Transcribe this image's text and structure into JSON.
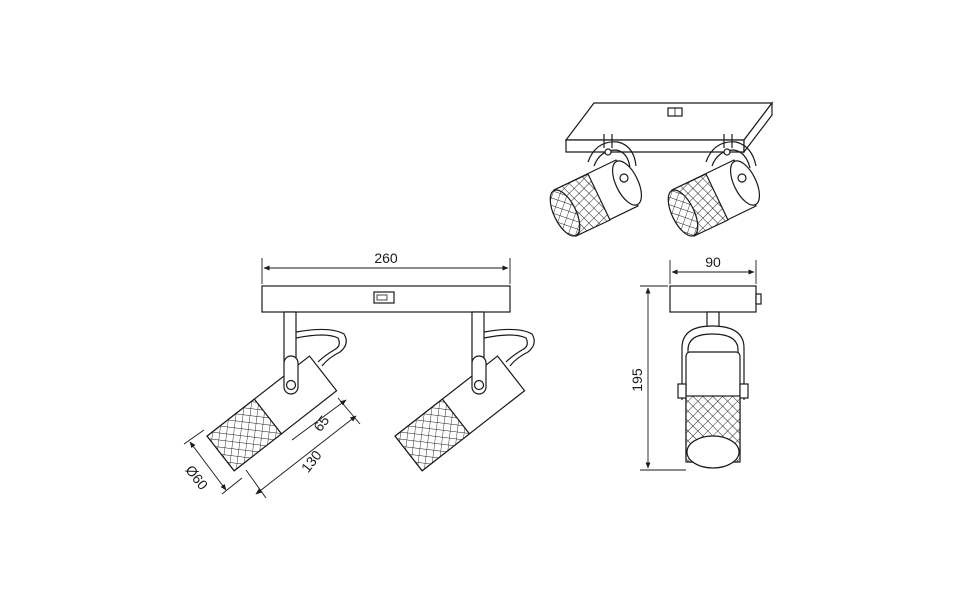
{
  "drawing": {
    "dimensions": {
      "width": "260",
      "depth": "90",
      "height": "195",
      "diameter": "Ø60",
      "head_length": "130",
      "head_offset": "65"
    }
  }
}
